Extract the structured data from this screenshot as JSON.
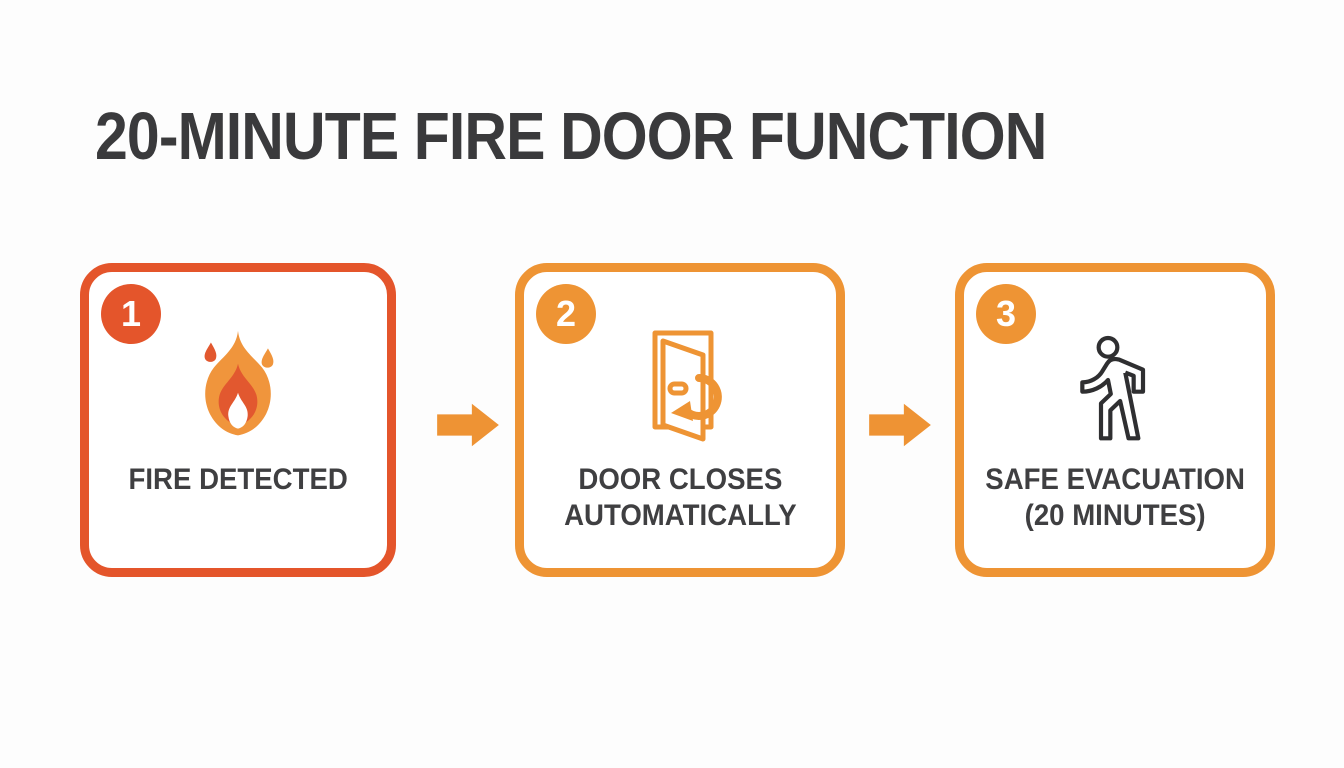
{
  "title": "20-MINUTE FIRE DOOR FUNCTION",
  "colors": {
    "background": "#fdfdfd",
    "title_text": "#3a3a3c",
    "label_text": "#3f3f41",
    "step1_accent": "#e4552b",
    "step23_accent": "#ee9434",
    "arrow": "#ee9334",
    "flame_outer": "#f0953c",
    "flame_inner": "#e2582f",
    "flame_core": "#ffffff",
    "person_stroke": "#2f2f31"
  },
  "steps": [
    {
      "number": "1",
      "icon": "flame-icon",
      "label_line1": "FIRE DETECTED",
      "label_line2": "",
      "accent": "#e4552b"
    },
    {
      "number": "2",
      "icon": "door-closing-icon",
      "label_line1": "DOOR CLOSES",
      "label_line2": "AUTOMATICALLY",
      "accent": "#ee9434"
    },
    {
      "number": "3",
      "icon": "walking-person-icon",
      "label_line1": "SAFE EVACUATION",
      "label_line2": "(20 MINUTES)",
      "accent": "#ee9434"
    }
  ],
  "arrows": [
    {
      "icon": "right-arrow-icon"
    },
    {
      "icon": "right-arrow-icon"
    }
  ]
}
